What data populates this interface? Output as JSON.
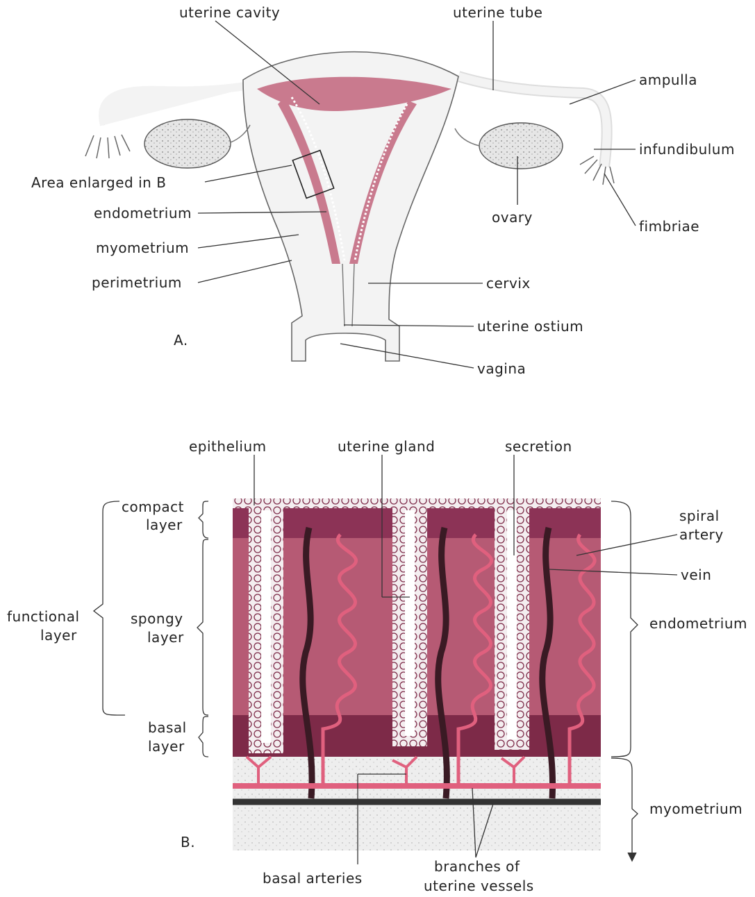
{
  "diagram": {
    "panel_a": {
      "panel_label": "A.",
      "labels": {
        "uterine_cavity": "uterine cavity",
        "uterine_tube": "uterine tube",
        "ampulla": "ampulla",
        "infundibulum": "infundibulum",
        "fimbriae": "fimbriae",
        "ovary": "ovary",
        "area_enlarged": "Area enlarged in B",
        "endometrium": "endometrium",
        "myometrium": "myometrium",
        "perimetrium": "perimetrium",
        "cervix": "cervix",
        "uterine_ostium": "uterine ostium",
        "vagina": "vagina"
      }
    },
    "panel_b": {
      "panel_label": "B.",
      "labels": {
        "epithelium": "epithelium",
        "uterine_gland": "uterine gland",
        "secretion": "secretion",
        "compact_layer_1": "compact",
        "compact_layer_2": "layer",
        "spongy_layer_1": "spongy",
        "spongy_layer_2": "layer",
        "basal_layer_1": "basal",
        "basal_layer_2": "layer",
        "functional_layer_1": "functional",
        "functional_layer_2": "layer",
        "spiral_artery_1": "spiral",
        "spiral_artery_2": "artery",
        "vein": "vein",
        "endometrium": "endometrium",
        "myometrium": "myometrium",
        "basal_arteries": "basal arteries",
        "branches_1": "branches of",
        "branches_2": "uterine vessels"
      }
    },
    "colors": {
      "endometrium_pink": "#c97a8e",
      "tissue_light": "#b65a74",
      "tissue_dark": "#7d2a48",
      "artery": "#e0607e",
      "vein": "#3a1a24",
      "outline": "#666666"
    }
  }
}
